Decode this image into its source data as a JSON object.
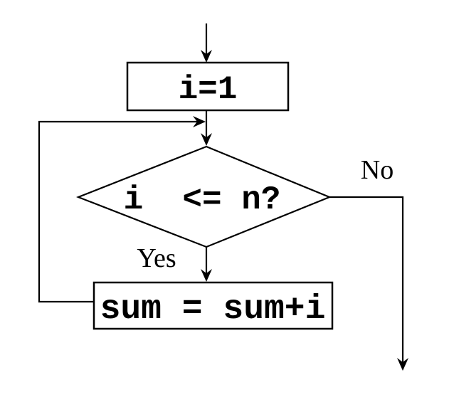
{
  "colors": {
    "ink": "#000000",
    "background": "#ffffff",
    "node_fill": "#ffffff"
  },
  "flowchart": {
    "type": "flowchart",
    "nodes": {
      "init": {
        "shape": "rectangle",
        "label": "i=1"
      },
      "condition": {
        "shape": "diamond",
        "label": "i  <= n?"
      },
      "body": {
        "shape": "rectangle",
        "label": "sum = sum+i"
      }
    },
    "edges": {
      "start_to_init": {
        "from": "start",
        "to": "init",
        "label": ""
      },
      "init_to_condition": {
        "from": "init",
        "to": "condition",
        "label": ""
      },
      "condition_yes": {
        "from": "condition",
        "to": "body",
        "label": "Yes"
      },
      "condition_no": {
        "from": "condition",
        "to": "exit",
        "label": "No"
      },
      "body_loop_back": {
        "from": "body",
        "to": "condition",
        "label": ""
      }
    }
  }
}
